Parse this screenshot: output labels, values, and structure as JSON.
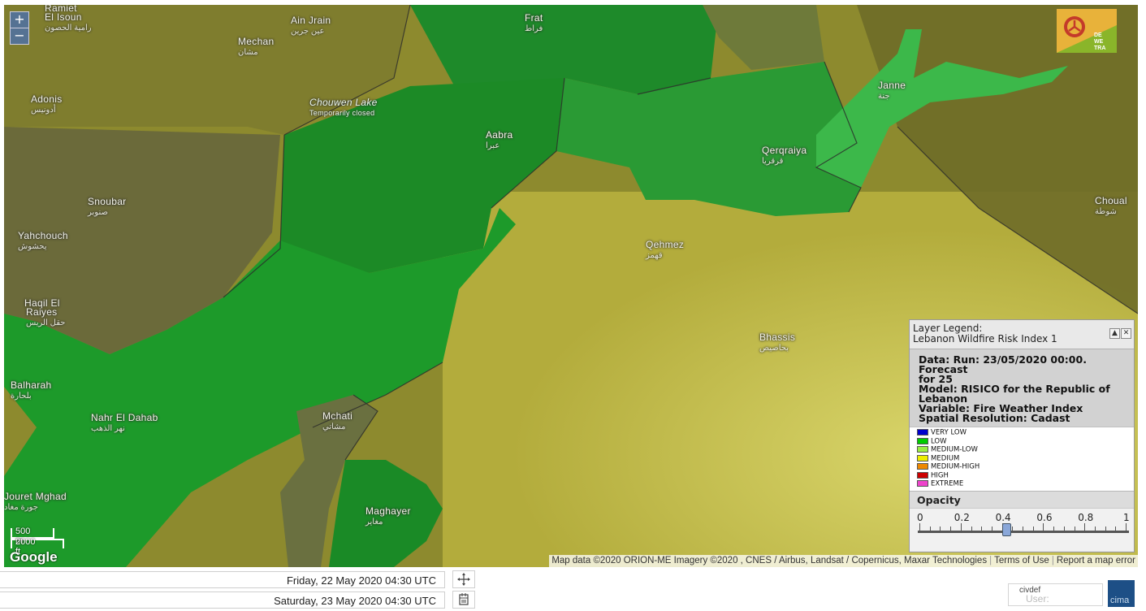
{
  "map": {
    "zoom_in_label": "+",
    "zoom_out_label": "−",
    "places": [
      {
        "name": "Ramiet",
        "ar": "",
        "poi": false
      },
      {
        "name": "El Isoun",
        "ar": "رامية الحصون",
        "poi": false
      },
      {
        "name": "Ain Jrain",
        "ar": "عين جرين",
        "poi": false
      },
      {
        "name": "Mechan",
        "ar": "مشان",
        "poi": false
      },
      {
        "name": "Adonis",
        "ar": "أدونيس",
        "poi": false
      },
      {
        "name": "Chouwen Lake",
        "ar": "",
        "poi": true,
        "sub": "Temporarily closed"
      },
      {
        "name": "Frat",
        "ar": "فراط",
        "poi": false
      },
      {
        "name": "Janne",
        "ar": "جنة",
        "poi": false
      },
      {
        "name": "Aabra",
        "ar": "عبرا",
        "poi": false
      },
      {
        "name": "Qerqraiya",
        "ar": "قرقريا",
        "poi": false
      },
      {
        "name": "Snoubar",
        "ar": "صنوبر",
        "poi": false
      },
      {
        "name": "Yahchouch",
        "ar": "يحشوش",
        "poi": false
      },
      {
        "name": "Choual",
        "ar": "شوطة",
        "poi": false
      },
      {
        "name": "Qehmez",
        "ar": "قهمز",
        "poi": false
      },
      {
        "name": "Haqil El",
        "ar": "",
        "poi": false
      },
      {
        "name": "Raiyes",
        "ar": "حقل الريس",
        "poi": false
      },
      {
        "name": "Bhassis",
        "ar": "بحاصيص",
        "poi": false
      },
      {
        "name": "Balharah",
        "ar": "بلحارة",
        "poi": false
      },
      {
        "name": "Mchati",
        "ar": "مشاتي",
        "poi": false
      },
      {
        "name": "Nahr El Dahab",
        "ar": "نهر الذهب",
        "poi": false
      },
      {
        "name": "Jouret Mghad",
        "ar": "جورة مغاد",
        "poi": false
      },
      {
        "name": "Maghayer",
        "ar": "مغاير",
        "poi": false
      }
    ],
    "scale_m": "500 m",
    "scale_ft": "2000 ft",
    "google_label": "Google",
    "attribution": "Map data ©2020 ORION-ME Imagery ©2020 , CNES / Airbus, Landsat / Copernicus, Maxar Technologies",
    "terms": "Terms of Use",
    "report": "Report a map error",
    "logo_text": "DEWETRA"
  },
  "legend": {
    "title_line1": "Layer Legend:",
    "title_line2": "Lebanon Wildfire Risk Index 1",
    "info": [
      "Data: Run: 23/05/2020 00:00. Forecast",
      "for 25",
      "Model: RISICO for the Republic of",
      "Lebanon",
      "Variable: Fire Weather Index",
      "Spatial Resolution: Cadast"
    ],
    "classes": [
      {
        "label": "VERY LOW",
        "color": "#0000cc"
      },
      {
        "label": "LOW",
        "color": "#00cc00"
      },
      {
        "label": "MEDIUM-LOW",
        "color": "#99ee44"
      },
      {
        "label": "MEDIUM",
        "color": "#eeee00"
      },
      {
        "label": "MEDIUM-HIGH",
        "color": "#ee8800"
      },
      {
        "label": "HIGH",
        "color": "#cc0000"
      },
      {
        "label": "EXTREME",
        "color": "#ee44cc"
      }
    ],
    "opacity_label": "Opacity",
    "opacity_ticks": [
      "0",
      "0.2",
      "0.4",
      "0.6",
      "0.8",
      "1"
    ],
    "opacity_value": 0.42
  },
  "footer": {
    "date_from": "Friday, 22 May 2020 04:30 UTC",
    "date_to": "Saturday, 23 May 2020 04:30 UTC",
    "user_value": "civdef",
    "user_label": "User:",
    "cima_label": "cima"
  }
}
